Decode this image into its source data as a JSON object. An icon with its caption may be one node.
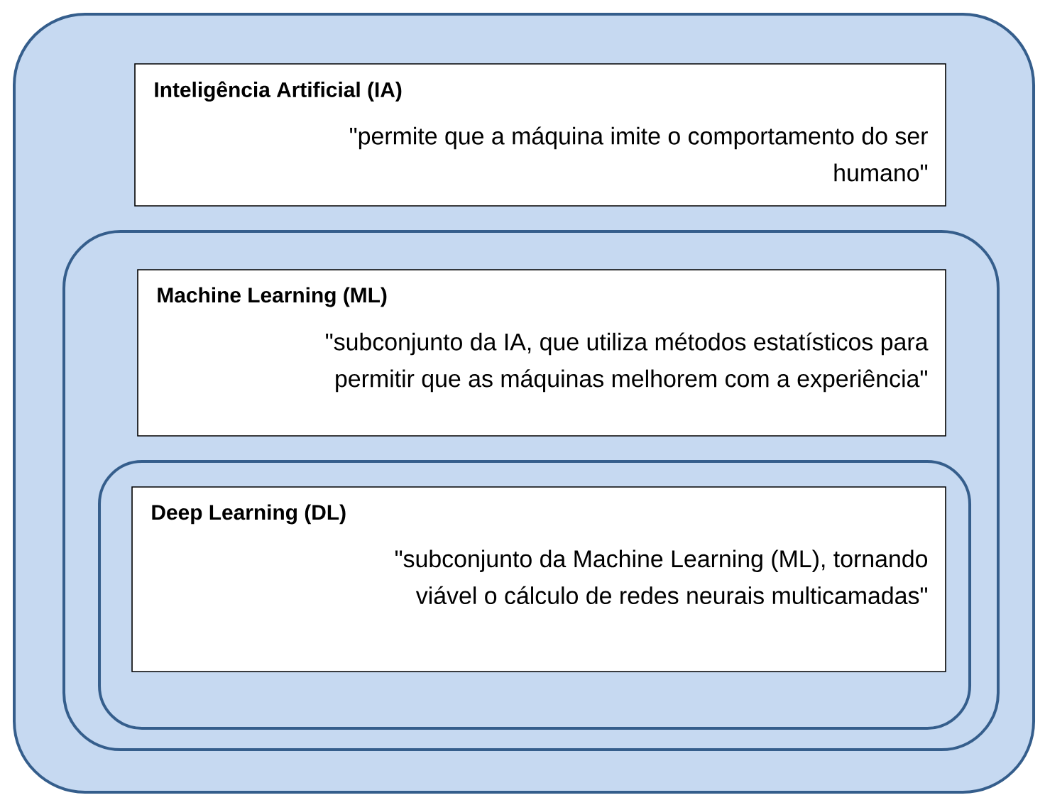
{
  "diagram": {
    "nodes": [
      {
        "text": [],
        "shape": "box"
      },
      {
        "text": [
          "Inteligência Artificial (IA)",
          "\"permite que a máquina imite o comportamento do ser humano\""
        ],
        "in": 0
      },
      {
        "text": [],
        "shape": "box",
        "in": 0
      },
      {
        "text": [
          "Machine Learning (ML)",
          "\"subconjunto da IA, que utiliza métodos estatísticos para permitir que as máquinas melhorem com a experiência\""
        ],
        "in": 2
      },
      {
        "text": [],
        "shape": "box",
        "in": 2
      },
      {
        "text": [
          "Deep Learning (DL)",
          "\"subconjunto da Machine Learning (ML), tornando viável o cálculo de redes neurais multicamadas\""
        ],
        "in": 4
      }
    ]
  }
}
